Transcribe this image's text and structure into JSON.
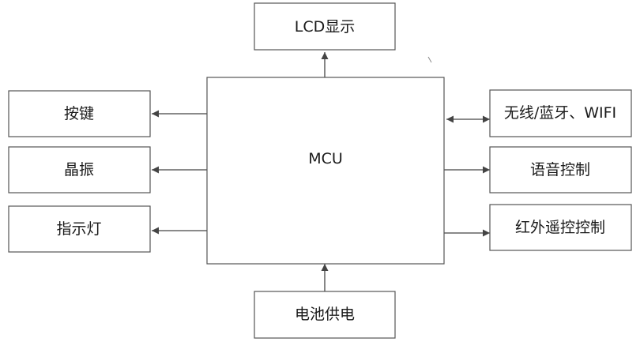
{
  "diagram": {
    "nodes": {
      "mcu": "MCU",
      "lcd": "LCD显示",
      "keys": "按键",
      "crystal": "晶振",
      "indicator": "指示灯",
      "wireless": "无线/蓝牙、WIFI",
      "voice": "语音控制",
      "ir_remote": "红外遥控控制",
      "battery": "电池供电"
    },
    "edges": [
      {
        "from": "mcu",
        "to": "lcd",
        "direction": "to"
      },
      {
        "from": "mcu",
        "to": "keys",
        "direction": "to"
      },
      {
        "from": "mcu",
        "to": "crystal",
        "direction": "to"
      },
      {
        "from": "mcu",
        "to": "indicator",
        "direction": "to"
      },
      {
        "from": "mcu",
        "to": "wireless",
        "direction": "both"
      },
      {
        "from": "mcu",
        "to": "voice",
        "direction": "to"
      },
      {
        "from": "mcu",
        "to": "ir_remote",
        "direction": "to"
      },
      {
        "from": "battery",
        "to": "mcu",
        "direction": "to"
      }
    ]
  }
}
